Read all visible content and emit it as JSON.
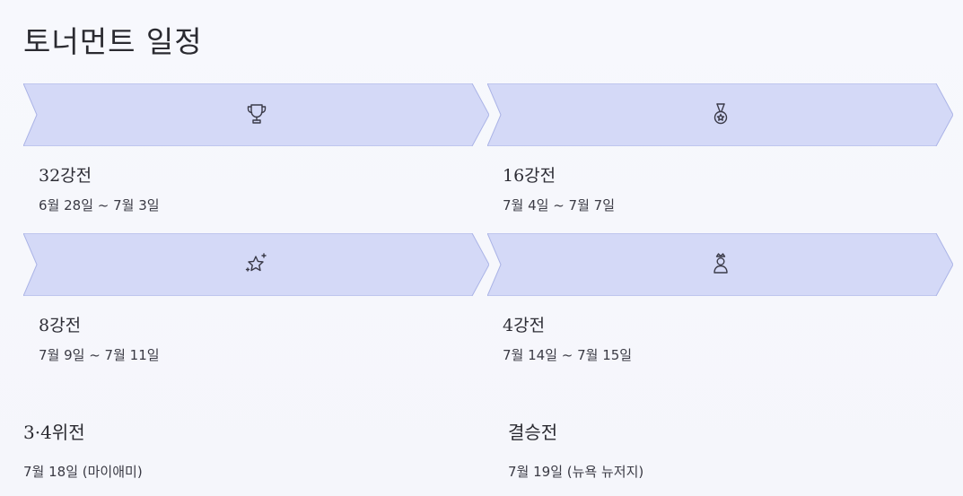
{
  "page": {
    "title": "토너먼트 일정"
  },
  "stages": [
    {
      "name": "32강전",
      "dates": "6월 28일 ~ 7월 3일",
      "icon": "trophy-icon"
    },
    {
      "name": "16강전",
      "dates": "7월 4일 ~ 7월 7일",
      "icon": "medal-icon"
    },
    {
      "name": "8강전",
      "dates": "7월 9일 ~ 7월 11일",
      "icon": "sparkle-star-icon"
    },
    {
      "name": "4강전",
      "dates": "7월 14일 ~ 7월 15일",
      "icon": "crowned-person-icon"
    }
  ],
  "finals": [
    {
      "name": "3·4위전",
      "detail": "7월 18일 (마이애미)"
    },
    {
      "name": "결승전",
      "detail": "7월 19일 (뉴욕 뉴저지)"
    }
  ],
  "colors": {
    "chevron_fill": "#d4d9f7",
    "chevron_stroke": "#aab3e6",
    "icon_stroke": "#3a3a48",
    "background": "#f6f7fc"
  }
}
